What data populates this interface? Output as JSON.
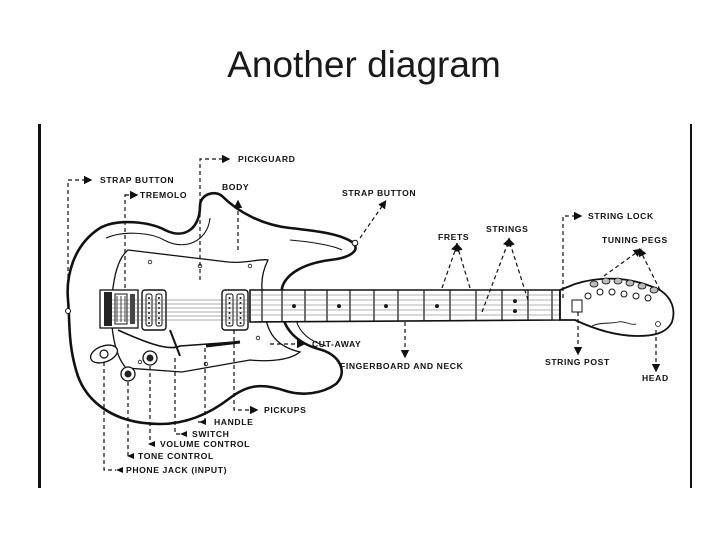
{
  "slide": {
    "title": "Another diagram"
  },
  "labels": {
    "strap_button_left": "Strap button",
    "pickguard": "Pickguard",
    "tremolo": "Tremolo",
    "body": "Body",
    "strap_button_top": "Strap button",
    "frets": "Frets",
    "strings": "Strings",
    "string_lock": "String lock",
    "tuning_pegs": "Tuning pegs",
    "cut_away": "Cut-away",
    "fingerboard_and_neck": "Fingerboard and neck",
    "string_post": "String post",
    "head": "Head",
    "pickups": "Pickups",
    "handle": "Handle",
    "switch": "Switch",
    "volume_control": "Volume control",
    "tone_control": "Tone control",
    "phone_jack": "Phone jack (input)"
  }
}
